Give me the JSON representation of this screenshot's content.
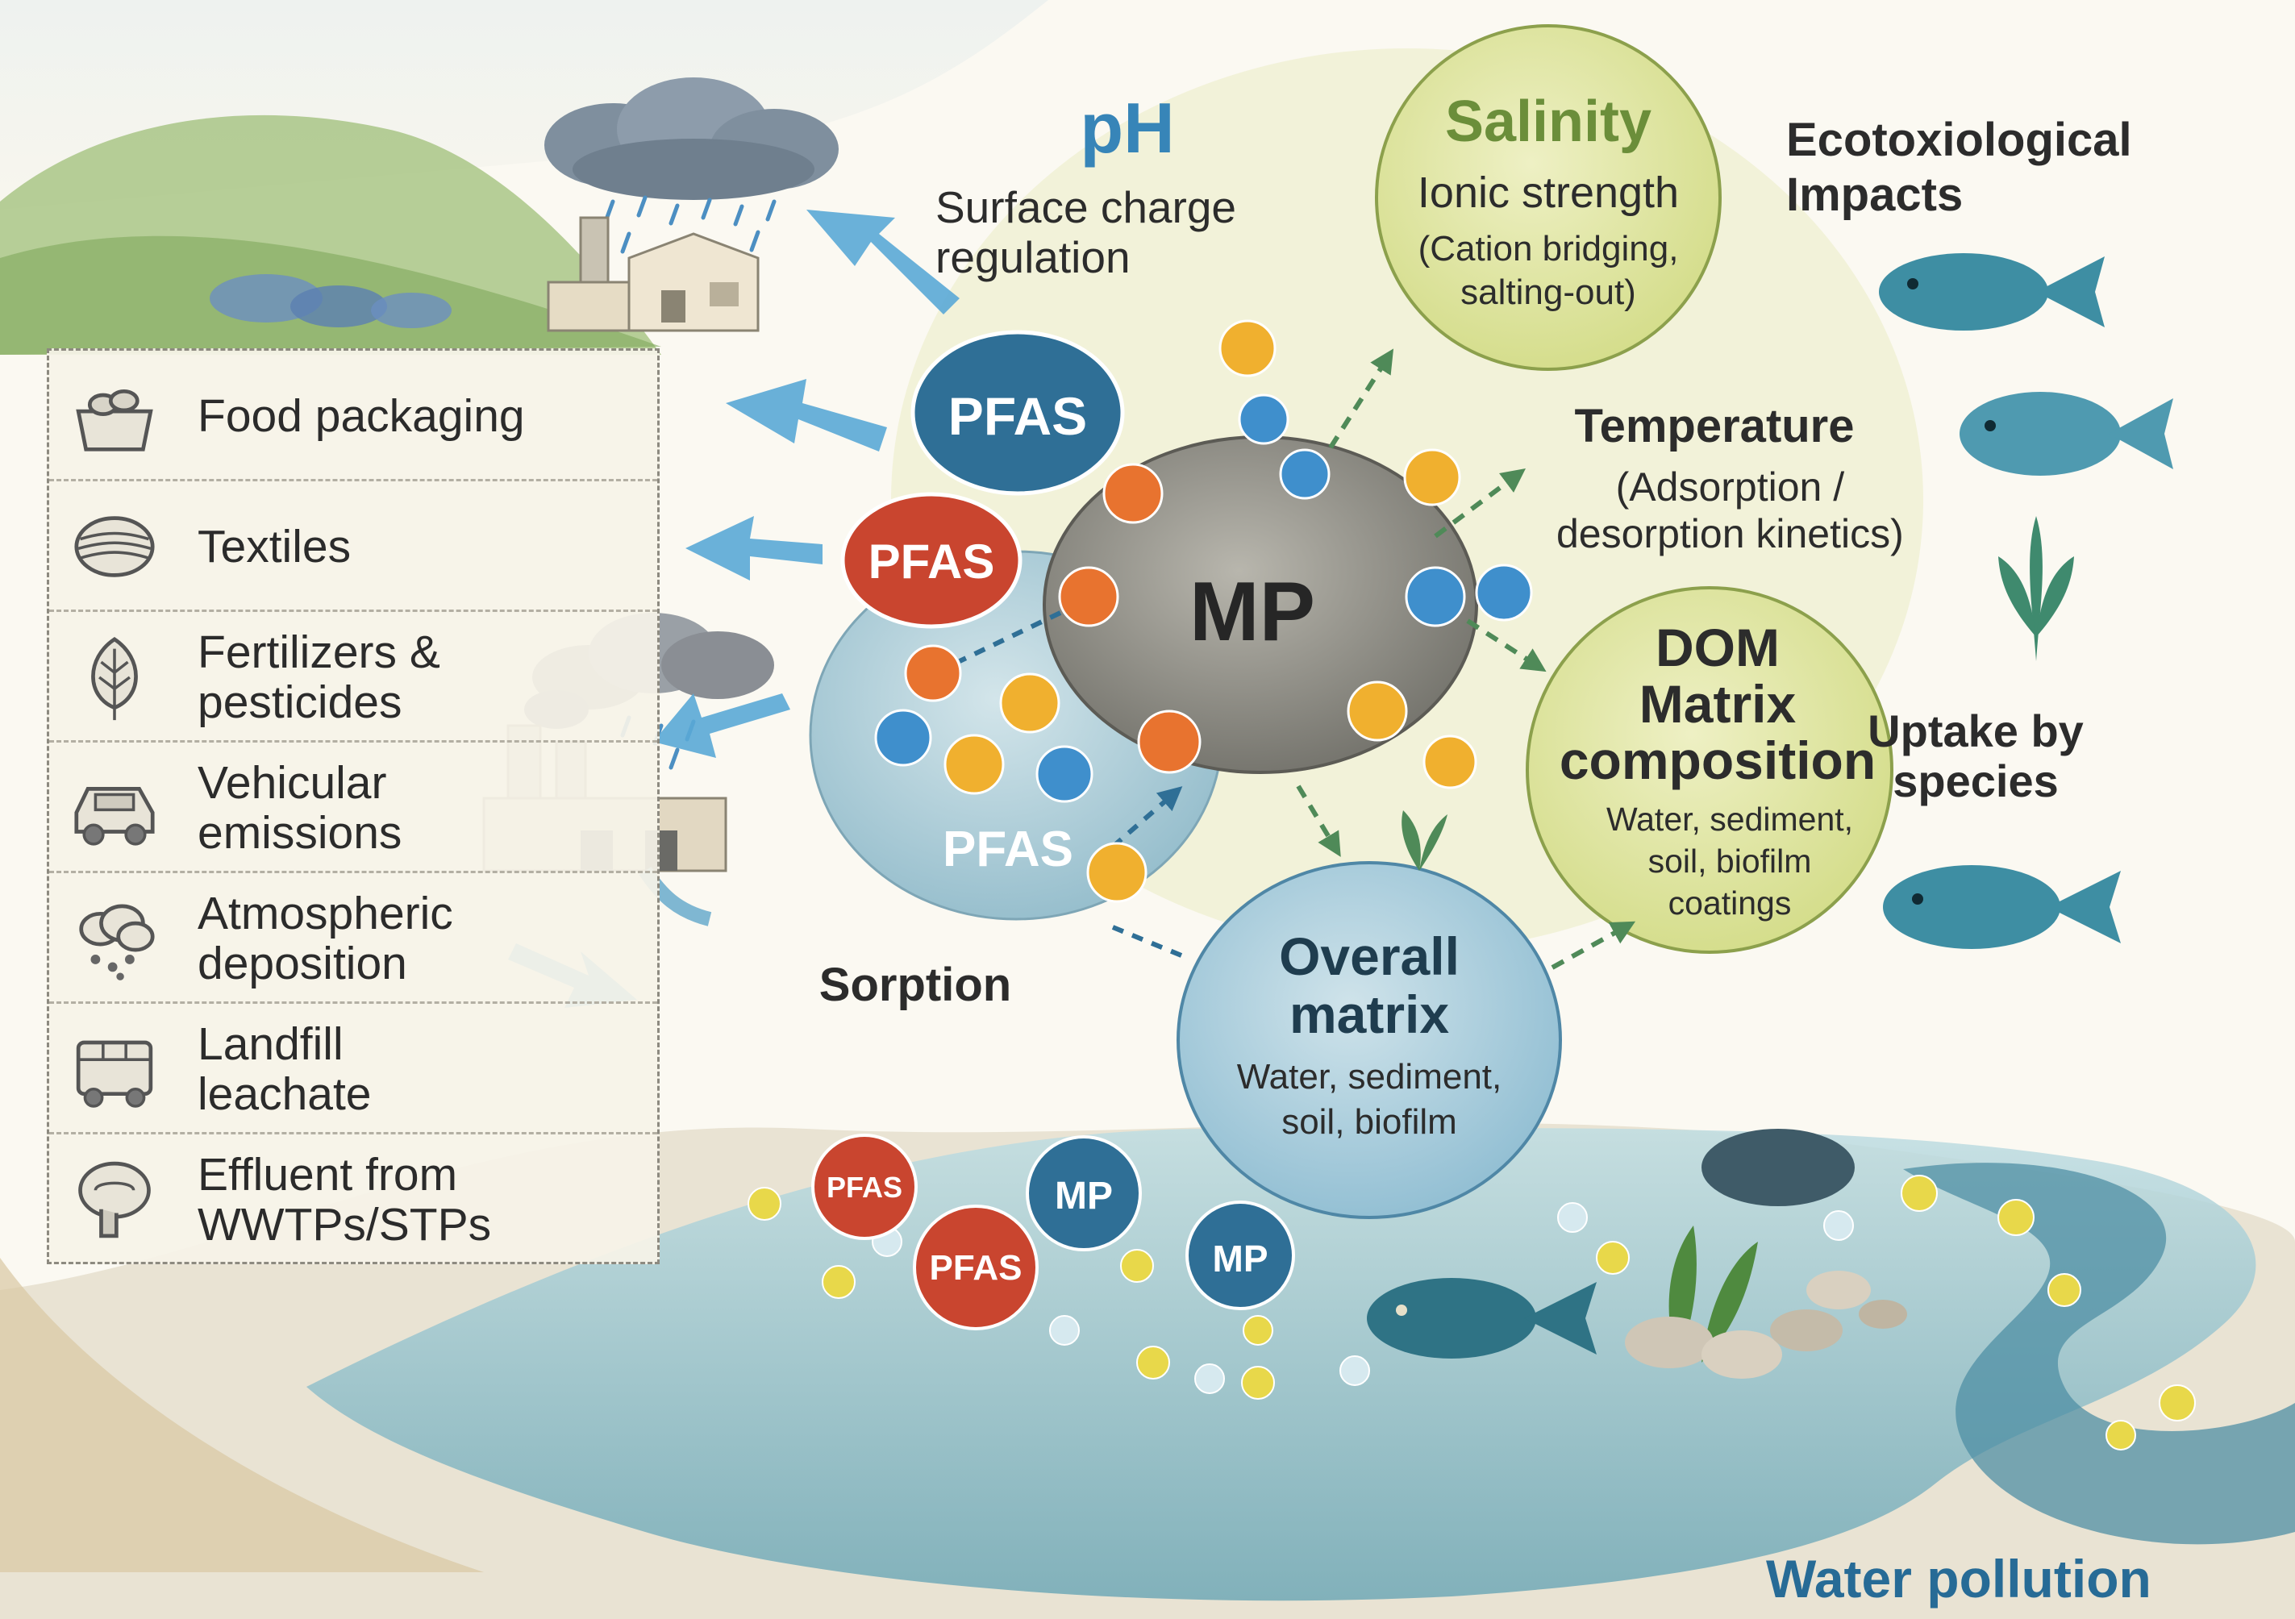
{
  "diagram": {
    "center_node": "MP",
    "pfas_label": "PFAS",
    "mp_label": "MP",
    "ph": {
      "title": "pH",
      "subtitle": "Surface charge\nregulation"
    },
    "salinity": {
      "title": "Salinity",
      "subtitle": "Ionic strength",
      "detail": "(Cation bridging,\nsalting-out)"
    },
    "temperature": {
      "title": "Temperature",
      "detail": "(Adsorption /\ndesorption kinetics)"
    },
    "dom": {
      "title": "DOM\nMatrix\ncomposition",
      "detail": "Water, sediment,\nsoil, biofilm\ncoatings"
    },
    "overall": {
      "title": "Overall\nmatrix",
      "detail": "Water, sediment,\nsoil, biofilm"
    },
    "sorption": "Sorption",
    "ecotox": "Ecotoxiological\nImpacts",
    "uptake": "Uptake by\nspecies",
    "footer": "Water pollution"
  },
  "sources": [
    {
      "label": "Food packaging",
      "icon": "food-packaging-icon"
    },
    {
      "label": "Textiles",
      "icon": "textiles-icon"
    },
    {
      "label": "Fertilizers &\npesticides",
      "icon": "leaf-icon"
    },
    {
      "label": "Vehicular\nemissions",
      "icon": "vehicle-icon"
    },
    {
      "label": "Atmospheric\ndeposition",
      "icon": "cloud-icon"
    },
    {
      "label": "Landfill\nleachate",
      "icon": "landfill-icon"
    },
    {
      "label": "Effluent from\nWWTPs/STPs",
      "icon": "effluent-pipe-icon"
    }
  ],
  "colors": {
    "pfas_blue": "#2f6f96",
    "pfas_red": "#c9452f",
    "mp_gray": "#8f8e87",
    "particle_orange": "#e8732f",
    "particle_yellow": "#f0b02f",
    "particle_blue": "#3f8fcc",
    "salinity_fill": "#e0e6a4",
    "overall_fill": "#a9cee0",
    "title_blue": "#3785b8",
    "title_green": "#6b8e3a",
    "footer_blue": "#276b96"
  }
}
